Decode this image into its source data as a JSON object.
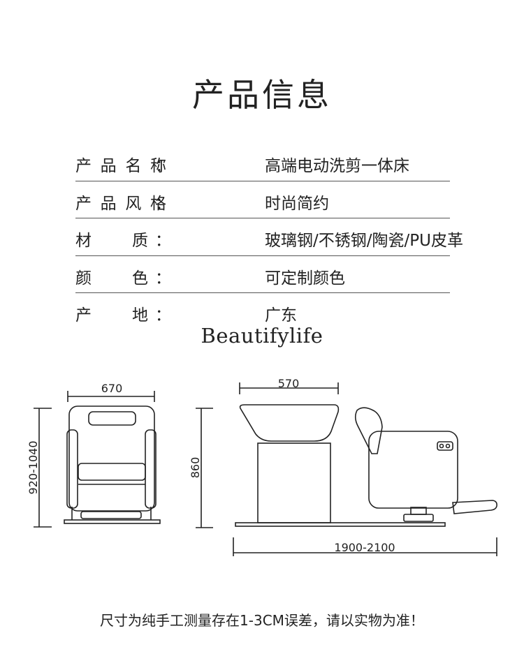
{
  "title": "产品信息",
  "specs": [
    {
      "key_chars": [
        "产",
        "品",
        "名",
        "称"
      ],
      "value": "高端电动洗剪一体床"
    },
    {
      "key_chars": [
        "产",
        "品",
        "风",
        "格"
      ],
      "value": "时尚简约"
    },
    {
      "key_chars": [
        "材",
        "质"
      ],
      "value": "玻璃钢/不锈钢/陶瓷/PU皮革"
    },
    {
      "key_chars": [
        "颜",
        "色"
      ],
      "value": "可定制颜色"
    },
    {
      "key_chars": [
        "产",
        "地"
      ],
      "value": "广东"
    }
  ],
  "colon": "：",
  "brand": "Beautifylife",
  "dimensions": {
    "front_width": "670",
    "front_height": "920-1040",
    "bowl_width": "570",
    "side_height": "860",
    "total_length": "1900-2100"
  },
  "footer": "尺寸为纯手工测量存在1-3CM误差，请以实物为准！"
}
